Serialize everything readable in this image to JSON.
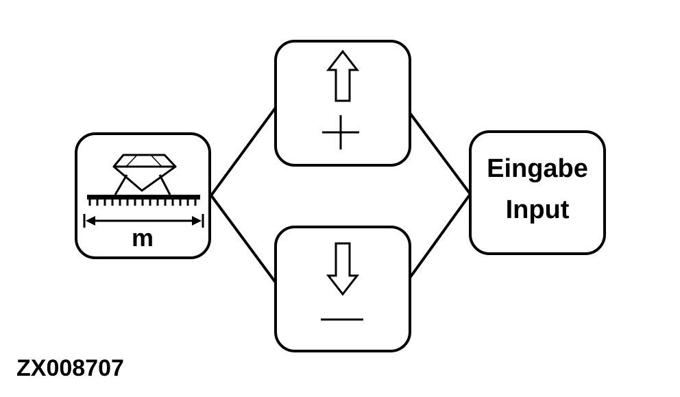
{
  "boxes": {
    "spreader_width": {
      "icon": "spreader-working-width-icon",
      "unit_label": "m"
    },
    "increase": {
      "icon": "arrow-up-icon",
      "symbol": "+"
    },
    "decrease": {
      "icon": "arrow-down-icon",
      "symbol": "—"
    },
    "input": {
      "line1": "Eingabe",
      "line2": "Input"
    }
  },
  "figure_code": "ZX008707",
  "colors": {
    "stroke": "#000000",
    "background": "#ffffff"
  }
}
